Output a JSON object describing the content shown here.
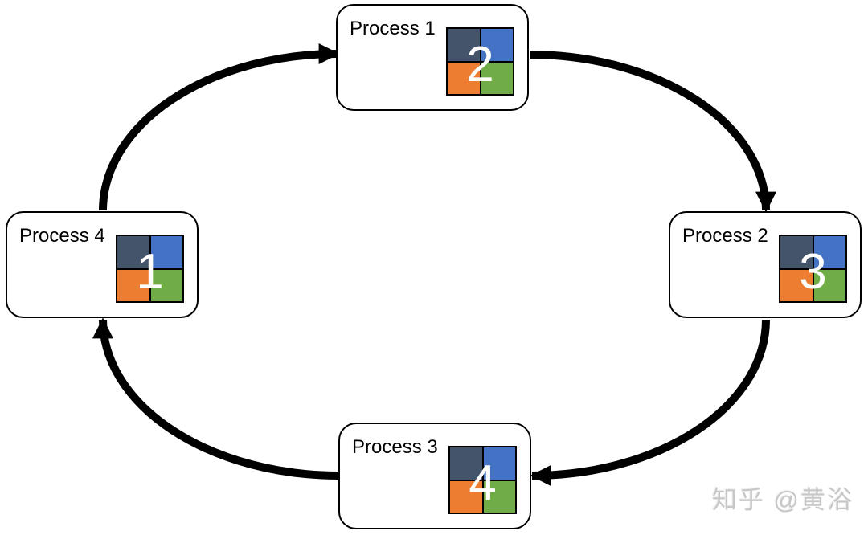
{
  "diagram": {
    "type": "ring-topology",
    "nodes": [
      {
        "id": "process-1",
        "label": "Process 1",
        "chunk_number": "2"
      },
      {
        "id": "process-2",
        "label": "Process 2",
        "chunk_number": "3"
      },
      {
        "id": "process-3",
        "label": "Process 3",
        "chunk_number": "4"
      },
      {
        "id": "process-4",
        "label": "Process 4",
        "chunk_number": "1"
      }
    ],
    "edges": [
      {
        "from": "Process 4",
        "to": "Process 1"
      },
      {
        "from": "Process 1",
        "to": "Process 2"
      },
      {
        "from": "Process 2",
        "to": "Process 3"
      },
      {
        "from": "Process 3",
        "to": "Process 4"
      }
    ],
    "quadrant_colors": {
      "top_left": "#44546A",
      "top_right": "#4472C4",
      "bottom_left": "#ED7D31",
      "bottom_right": "#70AD47"
    },
    "arrow_color": "#000000",
    "box_fill": "#FFFFFF",
    "box_border_color": "#000000",
    "chunk_number_color": "#FFFFFF"
  },
  "watermark": {
    "text": "知乎 @黄浴",
    "color": "#C7C7C7"
  }
}
